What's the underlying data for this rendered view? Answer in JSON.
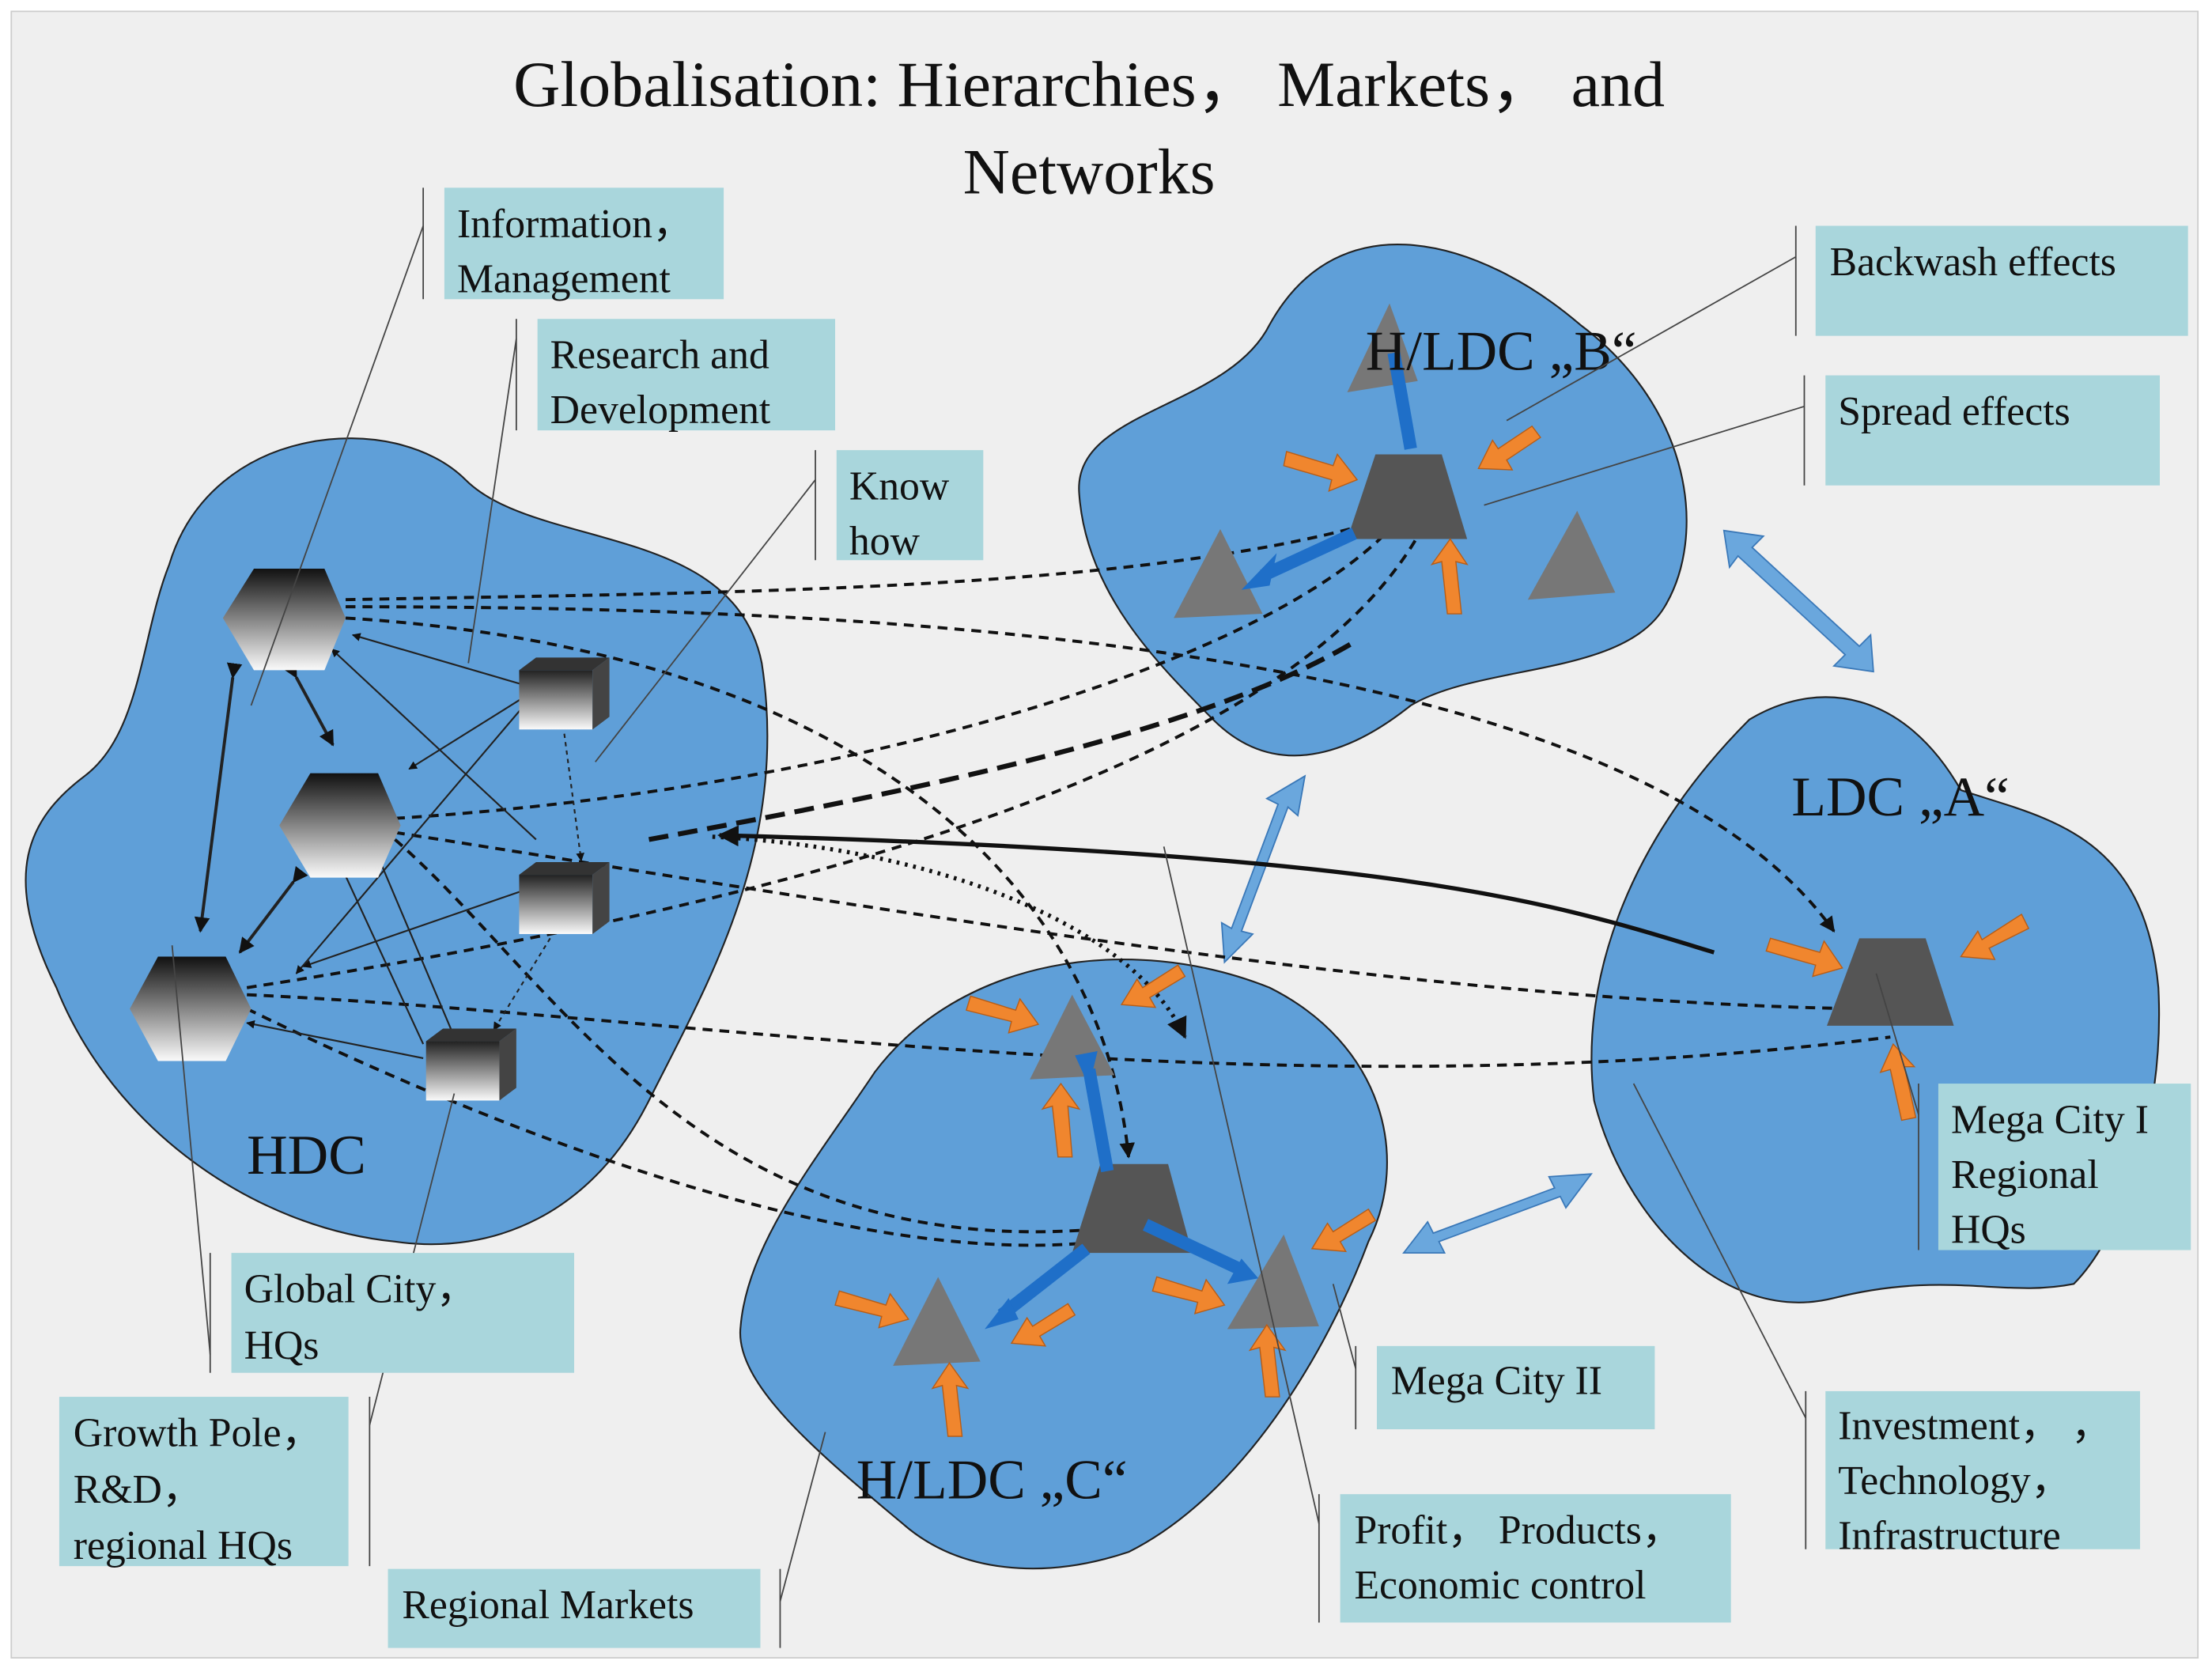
{
  "title": {
    "line1": "Globalisation: Hierarchies， Markets， and",
    "line2": "Networks"
  },
  "regions": {
    "hdc": "HDC",
    "b": "H/LDC „B“",
    "a": "LDC „A“",
    "c": "H/LDC „C“"
  },
  "labels": {
    "information": [
      "Information，",
      "Management"
    ],
    "research": [
      "Research and",
      "Development"
    ],
    "knowhow": [
      "Know",
      "how"
    ],
    "backwash": [
      "Backwash effects"
    ],
    "spread": [
      "Spread effects"
    ],
    "megacity1": [
      "Mega City I",
      "Regional",
      "HQs"
    ],
    "megacity2": [
      "Mega City II"
    ],
    "investment": [
      "Investment， ，",
      "Technology，",
      "Infrastructure"
    ],
    "profit": [
      "Profit， Products，",
      "Economic control"
    ],
    "regional_markets": [
      "Regional Markets"
    ],
    "growth_pole": [
      "Growth Pole，",
      "R&D，",
      "regional HQs"
    ],
    "global_city": [
      "Global City，",
      "HQs"
    ]
  },
  "colors": {
    "region": "#5f9fd8",
    "label_box": "#a9d6dc",
    "orange_arrow": "#f0862e",
    "blue_arrow": "#1f6fc8",
    "background": "#efefef"
  }
}
